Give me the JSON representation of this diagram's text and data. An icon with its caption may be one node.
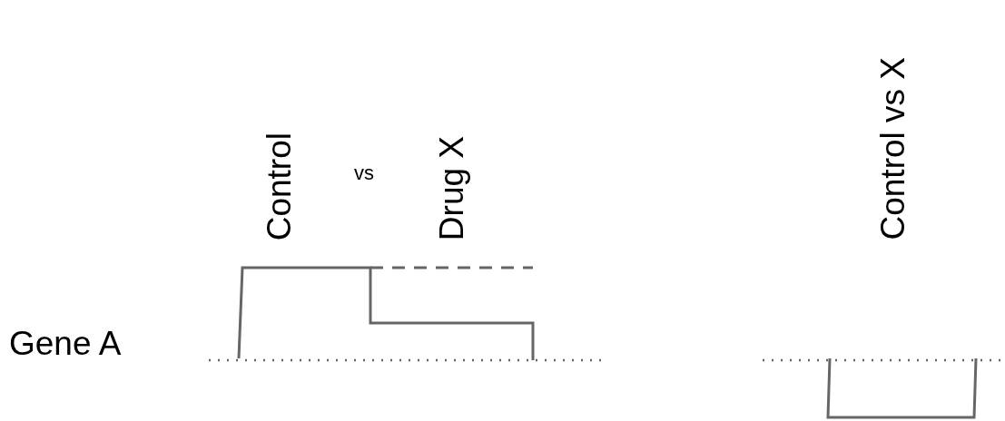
{
  "diagram": {
    "labels": [
      "Control",
      "vs",
      "Drug X",
      "Control vs X",
      "Gene A"
    ]
  }
}
